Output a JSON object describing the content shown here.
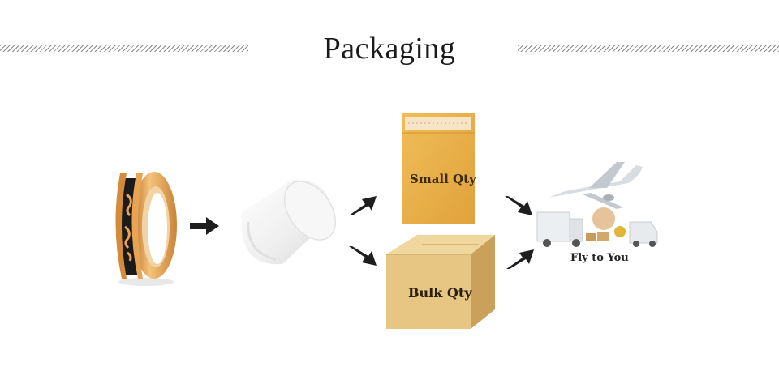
{
  "header": {
    "title": "Packaging"
  },
  "steps": {
    "small_label": "Small Qty",
    "bulk_label": "Bulk Qty",
    "shipping_label": "Fly to You"
  },
  "colors": {
    "ring_gold": "#e3a04a",
    "envelope": "#e9b245",
    "carton": "#e4c483",
    "arrow": "#1e1e1e",
    "foam": "#f2f2f2"
  },
  "icons": [
    "gold-ring-icon",
    "foam-roll-icon",
    "padded-envelope-icon",
    "carton-box-icon",
    "airplane-icon",
    "truck-icon",
    "van-icon",
    "arrow-icon"
  ]
}
